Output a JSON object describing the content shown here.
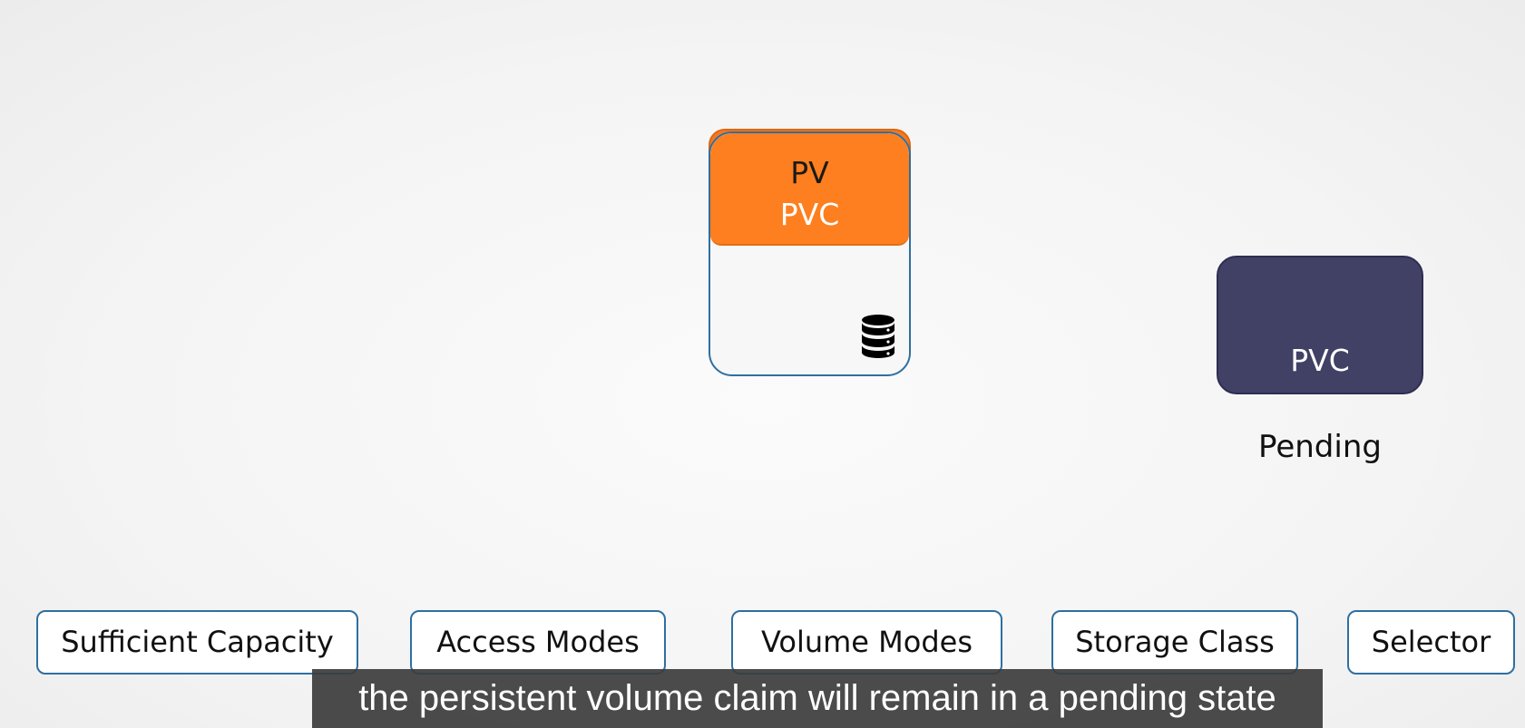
{
  "diagram": {
    "bound_pair": {
      "pv_label": "PV",
      "pvc_label": "PVC",
      "storage_icon": "database-icon",
      "colors": {
        "pvc_fill": "#fd7f1f",
        "pv_border": "#2f6fa0"
      }
    },
    "pending_claim": {
      "label": "PVC",
      "status": "Pending",
      "color": "#414065"
    },
    "criteria": [
      {
        "label": "Sufficient Capacity"
      },
      {
        "label": "Access Modes"
      },
      {
        "label": "Volume Modes"
      },
      {
        "label": "Storage Class"
      },
      {
        "label": "Selector"
      }
    ]
  },
  "caption": {
    "text": "the persistent volume claim will remain in a pending state"
  }
}
